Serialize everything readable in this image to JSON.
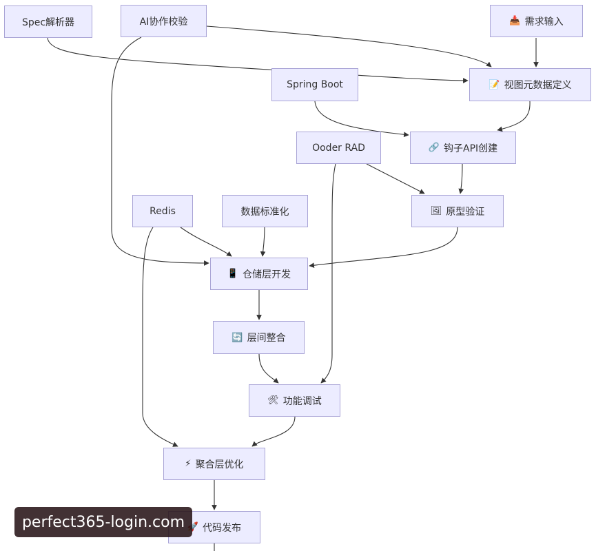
{
  "colors": {
    "node_fill": "#ECECFF",
    "node_border": "#A9A4D6",
    "edge": "#333333",
    "text": "#333333",
    "watermark_bg": "#2A1418"
  },
  "nodes": {
    "spec_parser": {
      "label": "Spec解析器"
    },
    "ai_collab": {
      "label": "AI协作校验"
    },
    "requirement_input": {
      "label": "需求输入",
      "icon": "📥",
      "icon_name": "inbox-tray-icon"
    },
    "spring_boot": {
      "label": "Spring Boot"
    },
    "view_metadata": {
      "label": "视图元数据定义",
      "icon": "📝",
      "icon_name": "memo-icon"
    },
    "ooder_rad": {
      "label": "Ooder RAD"
    },
    "hook_api": {
      "label": "钩子API创建",
      "icon": "🔗",
      "icon_name": "link-icon"
    },
    "redis": {
      "label": "Redis"
    },
    "data_normalize": {
      "label": "数据标准化"
    },
    "prototype_verify": {
      "label": "原型验证",
      "icon": "🖼",
      "icon_name": "framed-picture-icon"
    },
    "repo_layer": {
      "label": "仓储层开发",
      "icon": "📱",
      "icon_name": "mobile-phone-icon"
    },
    "layer_integration": {
      "label": "层间整合",
      "icon": "🔄",
      "icon_name": "cycle-arrows-icon"
    },
    "func_debug": {
      "label": "功能调试",
      "icon": "🛠",
      "icon_name": "tools-icon"
    },
    "aggregate_opt": {
      "label": "聚合层优化",
      "icon": "⚡",
      "icon_name": "lightning-icon"
    },
    "code_release": {
      "label": "代码发布",
      "icon": "🚀",
      "icon_name": "rocket-icon"
    }
  },
  "edges": [
    {
      "from": "spec_parser",
      "to": "view_metadata"
    },
    {
      "from": "ai_collab",
      "to": "view_metadata"
    },
    {
      "from": "ai_collab",
      "to": "repo_layer"
    },
    {
      "from": "requirement_input",
      "to": "view_metadata"
    },
    {
      "from": "spring_boot",
      "to": "hook_api"
    },
    {
      "from": "view_metadata",
      "to": "hook_api"
    },
    {
      "from": "ooder_rad",
      "to": "prototype_verify"
    },
    {
      "from": "ooder_rad",
      "to": "func_debug"
    },
    {
      "from": "hook_api",
      "to": "prototype_verify"
    },
    {
      "from": "redis",
      "to": "repo_layer"
    },
    {
      "from": "redis",
      "to": "aggregate_opt"
    },
    {
      "from": "data_normalize",
      "to": "repo_layer"
    },
    {
      "from": "prototype_verify",
      "to": "repo_layer"
    },
    {
      "from": "repo_layer",
      "to": "layer_integration"
    },
    {
      "from": "layer_integration",
      "to": "func_debug"
    },
    {
      "from": "func_debug",
      "to": "aggregate_opt"
    },
    {
      "from": "aggregate_opt",
      "to": "code_release"
    }
  ],
  "watermark": {
    "text": "perfect365-login.com"
  }
}
